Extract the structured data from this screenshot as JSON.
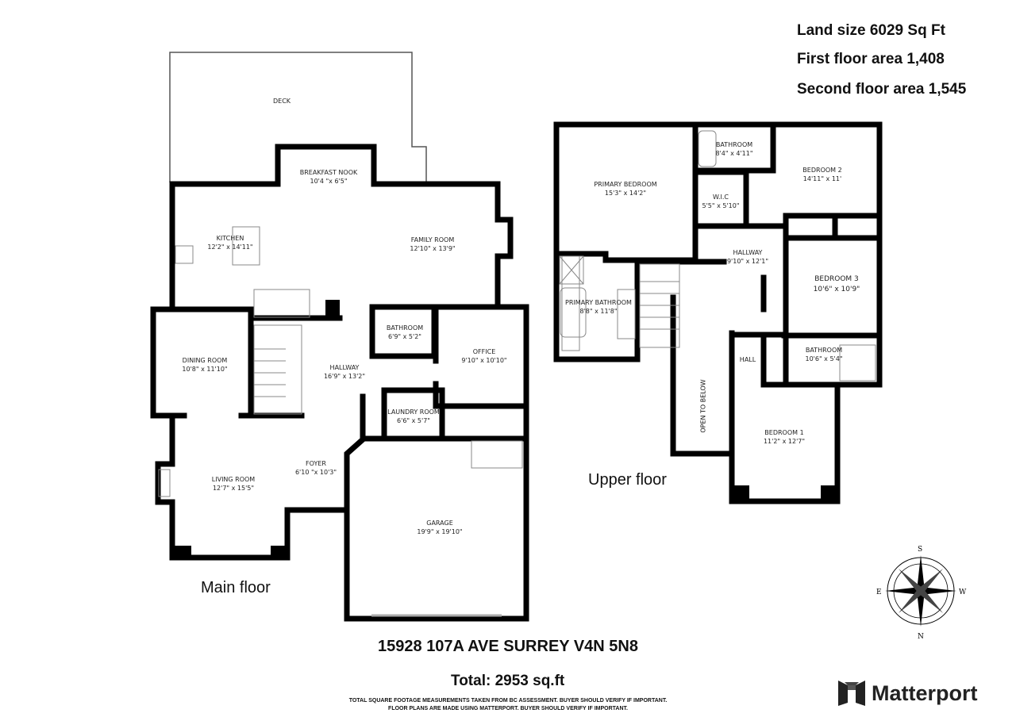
{
  "area_info": {
    "land_size": "Land size 6029 Sq Ft",
    "first_floor": "First floor area  1,408",
    "second_floor": "Second floor area  1,545"
  },
  "main_floor": {
    "label": "Main floor",
    "rooms": [
      {
        "name": "DECK",
        "size": ""
      },
      {
        "name": "BREAKFAST NOOK",
        "size": "10'4 \"x 6'5\""
      },
      {
        "name": "KITCHEN",
        "size": "12'2\" x 14'11\""
      },
      {
        "name": "FAMILY ROOM",
        "size": "12'10\" x 13'9\""
      },
      {
        "name": "DINING ROOM",
        "size": "10'8\" x 11'10\""
      },
      {
        "name": "BATHROOM",
        "size": "6'9\" x 5'2\""
      },
      {
        "name": "OFFICE",
        "size": "9'10\" x 10'10\""
      },
      {
        "name": "HALLWAY",
        "size": "16'9\" x 13'2\""
      },
      {
        "name": "LAUNDRY ROOM",
        "size": "6'6\" x 5'7\""
      },
      {
        "name": "LIVING ROOM",
        "size": "12'7\" x 15'5\""
      },
      {
        "name": "FOYER",
        "size": "6'10 \"x 10'3\""
      },
      {
        "name": "GARAGE",
        "size": "19'9\" x 19'10\""
      }
    ]
  },
  "upper_floor": {
    "label": "Upper floor",
    "open_to_below": "OPEN TO BELOW",
    "rooms": [
      {
        "name": "PRIMARY BEDROOM",
        "size": "15'3\" x 14'2\""
      },
      {
        "name": "BATHROOM",
        "size": "8'4\" x 4'11\""
      },
      {
        "name": "BEDROOM 2",
        "size": "14'11\" x 11'"
      },
      {
        "name": "W.I.C",
        "size": "5'5\" x 5'10\""
      },
      {
        "name": "HALLWAY",
        "size": "9'10\" x 12'1\""
      },
      {
        "name": "BEDROOM 3",
        "size": "10'6\" x 10'9\""
      },
      {
        "name": "PRIMARY BATHROOM",
        "size": "8'8\" x 11'8\""
      },
      {
        "name": "HALL",
        "size": ""
      },
      {
        "name": "BATHROOM",
        "size": "10'6\" x 5'4\""
      },
      {
        "name": "BEDROOM 1",
        "size": "11'2\" x 12'7\""
      }
    ]
  },
  "compass": {
    "n": "N",
    "s": "S",
    "e": "E",
    "w": "W"
  },
  "address": "15928 107A AVE SURREY V4N 5N8",
  "total": "Total: 2953 sq.ft",
  "disclaimer": [
    "TOTAL SQUARE FOOTAGE MEASUREMENTS TAKEN FROM BC ASSESSMENT. BUYER SHOULD VERIFY IF IMPORTANT.",
    "FLOOR PLANS ARE MADE USING MATTERPORT. BUYER SHOULD VERIFY IF IMPORTANT."
  ],
  "brand": "Matterport",
  "colors": {
    "wall": "#000000",
    "fixture": "#888888"
  }
}
